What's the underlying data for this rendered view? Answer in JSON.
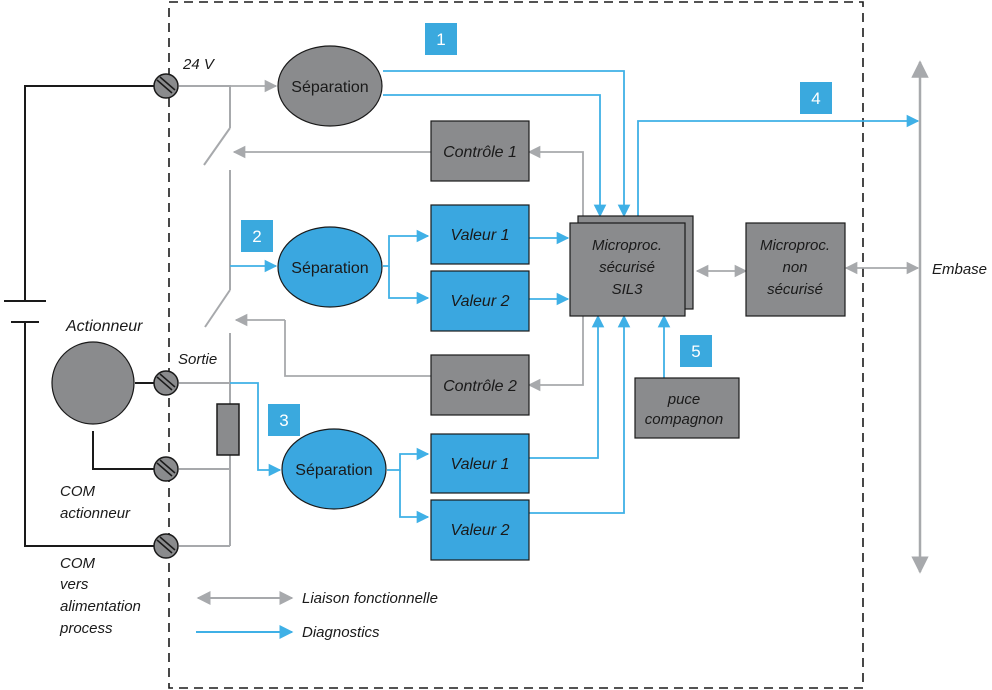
{
  "colors": {
    "gray_fill": "#8a8b8d",
    "gray_line": "#a7a9ac",
    "blue_fill": "#3aa7e0",
    "blue_line": "#3fb0e6",
    "dark_line": "#1a1a1a",
    "badge_fill": "#3aa9de"
  },
  "labels": {
    "v24": "24 V",
    "sortie": "Sortie",
    "actionneur": "Actionneur",
    "com_actionneur_1": "COM",
    "com_actionneur_2": "actionneur",
    "com_alim_1": "COM",
    "com_alim_2": "vers",
    "com_alim_3": "alimentation",
    "com_alim_4": "process",
    "embase": "Embase"
  },
  "blocks": {
    "separation_top": "Séparation",
    "separation_mid": "Séparation",
    "separation_bot": "Séparation",
    "controle1": "Contrôle 1",
    "controle2": "Contrôle 2",
    "valeur1_a": "Valeur 1",
    "valeur2_a": "Valeur 2",
    "valeur1_b": "Valeur 1",
    "valeur2_b": "Valeur 2",
    "micro_secure_1": "Microproc.",
    "micro_secure_2": "sécurisé",
    "micro_secure_3": "SIL3",
    "micro_nonsecure_1": "Microproc.",
    "micro_nonsecure_2": "non",
    "micro_nonsecure_3": "sécurisé",
    "puce_1": "puce",
    "puce_2": "compagnon"
  },
  "badges": [
    "1",
    "2",
    "3",
    "4",
    "5"
  ],
  "legend": {
    "functional": "Liaison fonctionnelle",
    "diagnostics": "Diagnostics"
  }
}
